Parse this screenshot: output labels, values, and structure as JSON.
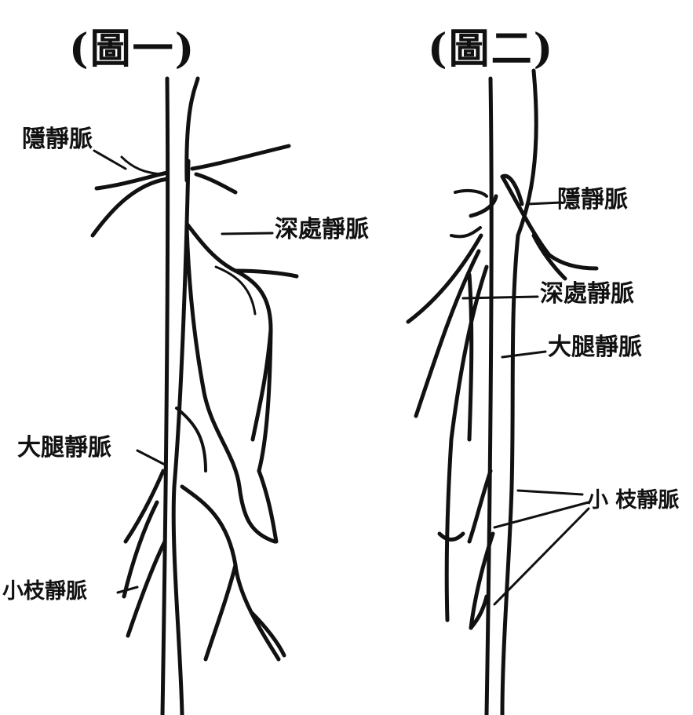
{
  "figure1": {
    "title": "(圖一)",
    "labels": {
      "saphenous": "隱靜脈",
      "deep": "深處靜脈",
      "femoral": "大腿靜脈",
      "branch": "小枝靜脈"
    }
  },
  "figure2": {
    "title": "(圖二)",
    "labels": {
      "saphenous": "隱靜脈",
      "deep": "深處靜脈",
      "femoral": "大腿靜脈",
      "branch": "小 枝靜脈"
    }
  }
}
